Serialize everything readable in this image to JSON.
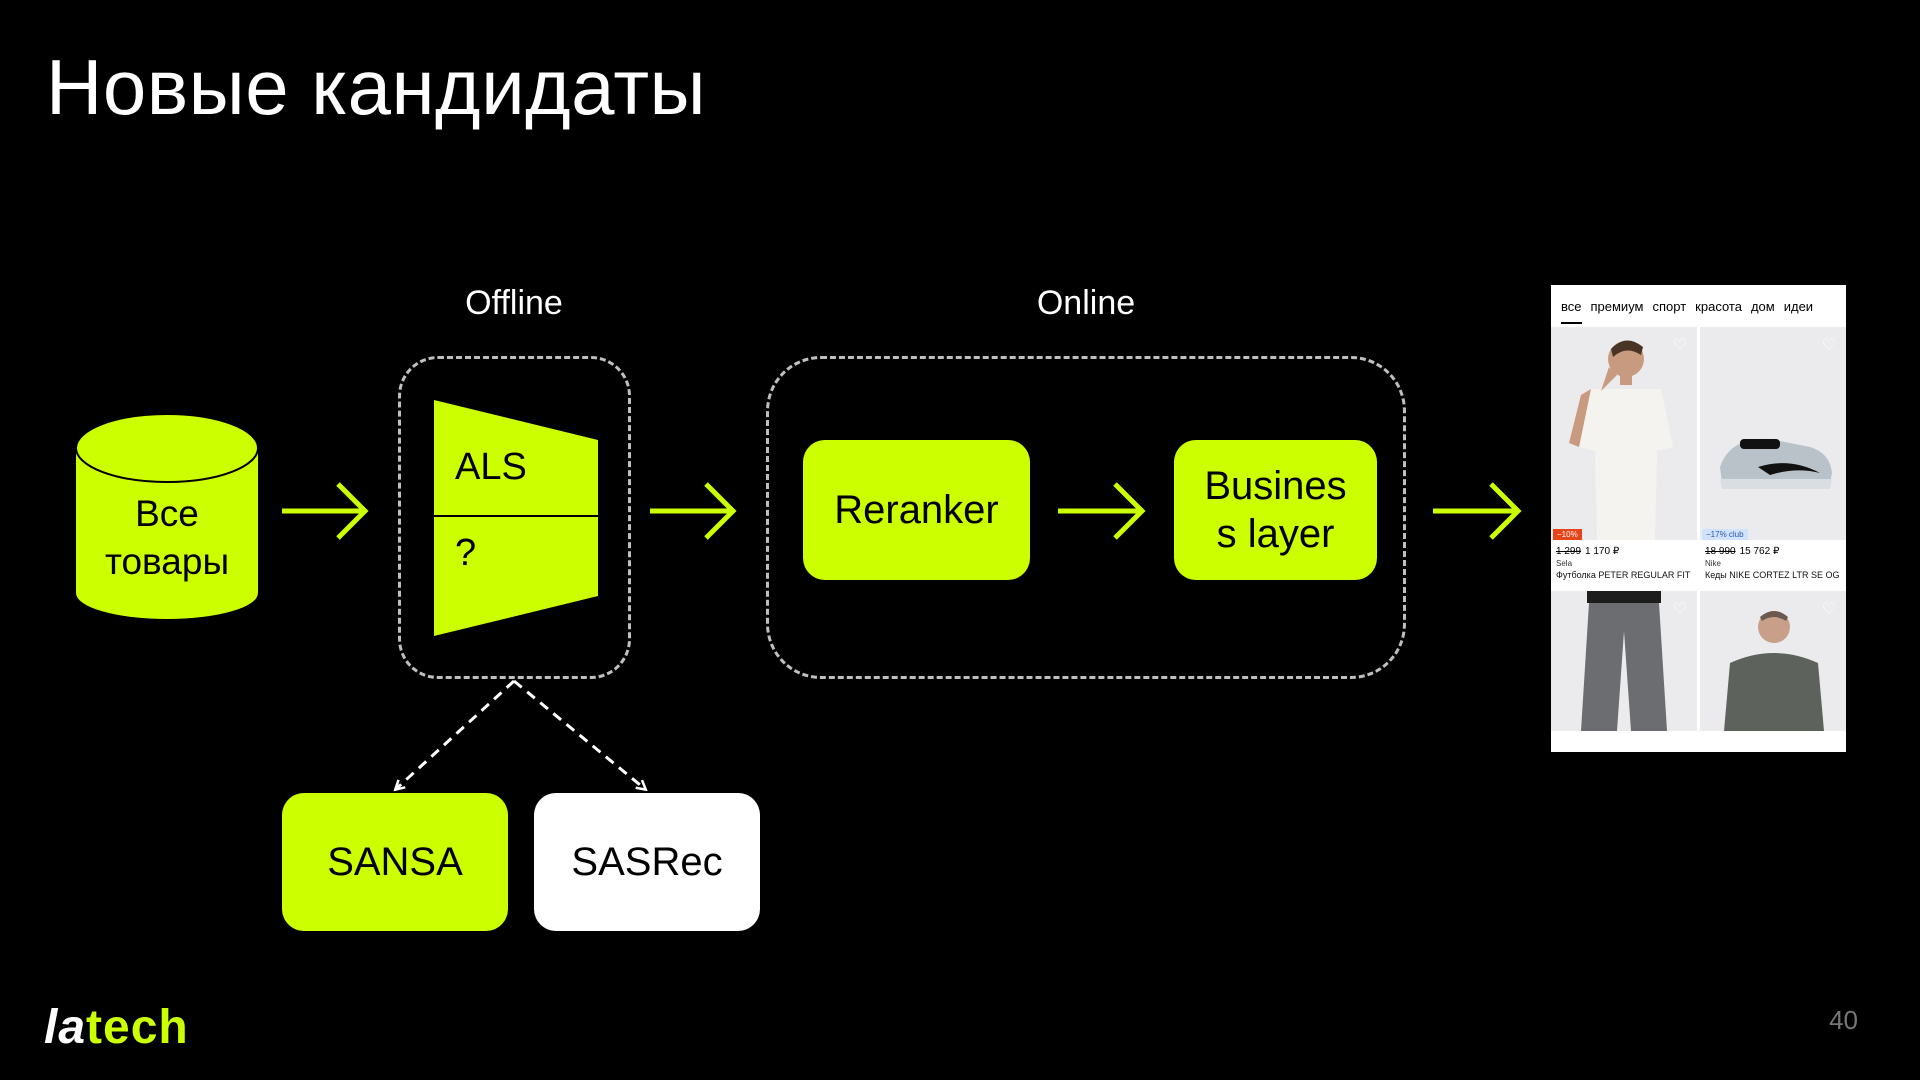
{
  "slide": {
    "title": "Новые кандидаты",
    "page_number": "40"
  },
  "sections": {
    "offline_label": "Offline",
    "online_label": "Online"
  },
  "nodes": {
    "all_products": "Все товары",
    "als_top": "ALS",
    "als_bottom": "?",
    "reranker": "Reranker",
    "business_layer_line1": "Busines",
    "business_layer_line2": "s layer",
    "sansa": "SANSA",
    "sasrec": "SASRec"
  },
  "product_mock": {
    "tabs": [
      "все",
      "премиум",
      "спорт",
      "красота",
      "дом",
      "идеи"
    ],
    "cards": [
      {
        "discount": "−10%",
        "old_price": "1 299",
        "price": "1 170 ₽",
        "brand": "Sela",
        "name": "Футболка PETER REGULAR FIT"
      },
      {
        "discount": "−17% club",
        "old_price": "18 990",
        "price": "15 762 ₽",
        "brand": "Nike",
        "name": "Кеды NIKE CORTEZ LTR SE OG"
      }
    ]
  },
  "logo": {
    "part1": "la",
    "part2": "tech"
  },
  "colors": {
    "accent": "#ccff00",
    "background": "#000000",
    "dashed_border": "#bfbfbf"
  }
}
